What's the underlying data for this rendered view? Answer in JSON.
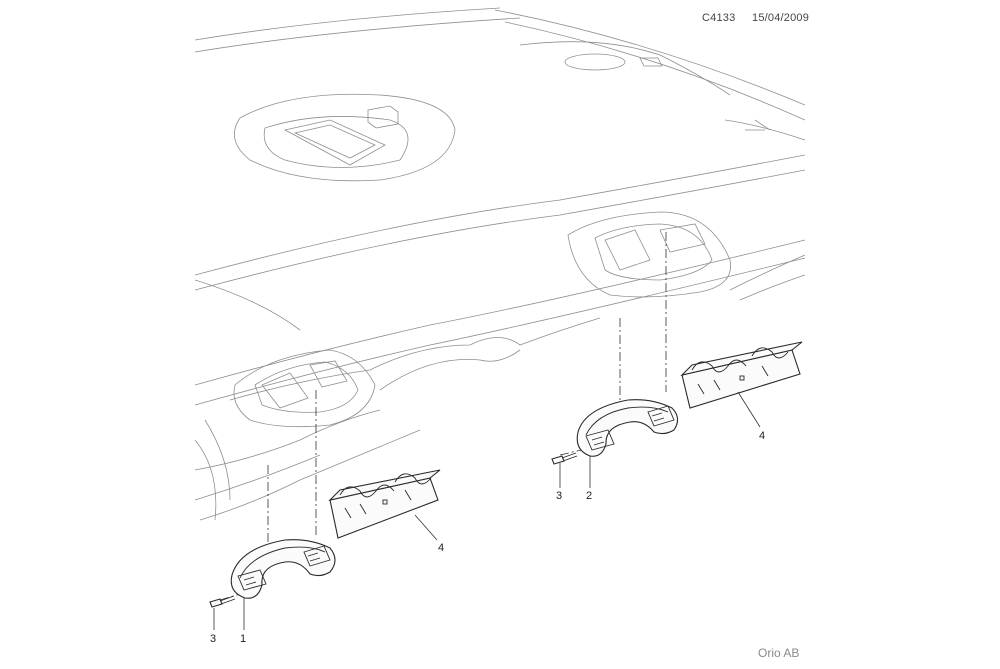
{
  "header": {
    "drawing_code": "C4133",
    "date": "15/04/2009"
  },
  "footer": {
    "brand": "Orio AB"
  },
  "callouts": [
    {
      "id": "left-handle",
      "label": "1"
    },
    {
      "id": "right-handle",
      "label": "2"
    },
    {
      "id": "left-screw",
      "label": "3"
    },
    {
      "id": "right-screw",
      "label": "3"
    },
    {
      "id": "left-bracket",
      "label": "4"
    },
    {
      "id": "right-bracket",
      "label": "4"
    }
  ]
}
